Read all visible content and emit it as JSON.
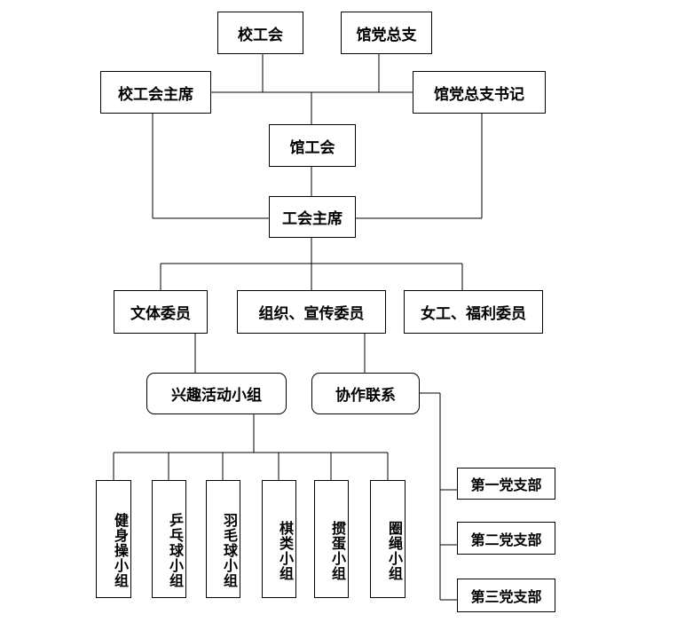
{
  "nodes": {
    "school_union": "校工会",
    "party_branch": "馆党总支",
    "school_union_chair": "校工会主席",
    "party_branch_secretary": "馆党总支书记",
    "library_union": "馆工会",
    "union_chair": "工会主席",
    "culture_sports_member": "文体委员",
    "organization_publicity_member": "组织、宣传委员",
    "women_welfare_member": "女工、福利委员",
    "interest_groups": "兴趣活动小组",
    "cooperation": "协作联系",
    "groups": [
      "健身操小组",
      "乒乓球小组",
      "羽毛球小组",
      "棋类小组",
      "掼蛋小组",
      "圈绳小组"
    ],
    "branches": [
      "第一党支部",
      "第二党支部",
      "第三党支部"
    ]
  },
  "colors": {
    "line": "#000000",
    "box_border": "#000000",
    "background": "#ffffff"
  }
}
